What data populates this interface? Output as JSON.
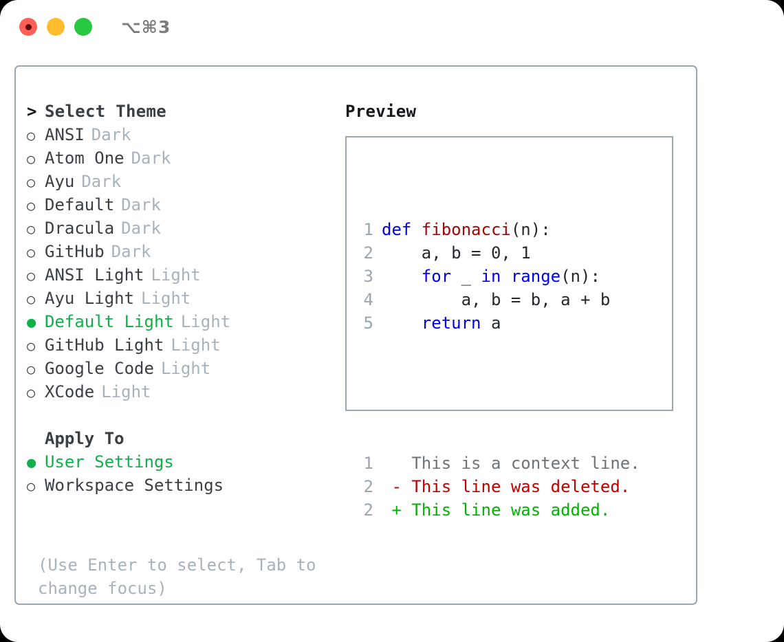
{
  "window": {
    "shortcut": "⌥⌘3",
    "traffic_lights": [
      {
        "name": "close",
        "color": "#ff5f57"
      },
      {
        "name": "minimize",
        "color": "#ffbd2e"
      },
      {
        "name": "maximize",
        "color": "#28c840"
      }
    ]
  },
  "theme_list": {
    "header": {
      "marker": ">",
      "label": "Select Theme"
    },
    "items": [
      {
        "marker": "○",
        "label": "ANSI",
        "badge": "Dark",
        "selected": false
      },
      {
        "marker": "○",
        "label": "Atom One",
        "badge": "Dark",
        "selected": false
      },
      {
        "marker": "○",
        "label": "Ayu",
        "badge": "Dark",
        "selected": false
      },
      {
        "marker": "○",
        "label": "Default",
        "badge": "Dark",
        "selected": false
      },
      {
        "marker": "○",
        "label": "Dracula",
        "badge": "Dark",
        "selected": false
      },
      {
        "marker": "○",
        "label": "GitHub",
        "badge": "Dark",
        "selected": false
      },
      {
        "marker": "○",
        "label": "ANSI Light",
        "badge": "Light",
        "selected": false
      },
      {
        "marker": "○",
        "label": "Ayu Light",
        "badge": "Light",
        "selected": false
      },
      {
        "marker": "●",
        "label": "Default Light",
        "badge": "Light",
        "selected": true
      },
      {
        "marker": "○",
        "label": "GitHub Light",
        "badge": "Light",
        "selected": false
      },
      {
        "marker": "○",
        "label": "Google Code",
        "badge": "Light",
        "selected": false
      },
      {
        "marker": "○",
        "label": "XCode",
        "badge": "Light",
        "selected": false
      }
    ]
  },
  "apply_to": {
    "header": "Apply To",
    "items": [
      {
        "marker": "●",
        "label": "User Settings",
        "selected": true
      },
      {
        "marker": "○",
        "label": "Workspace Settings",
        "selected": false
      }
    ]
  },
  "hint": "(Use Enter to select, Tab to change focus)",
  "preview": {
    "title": "Preview",
    "code_lines": [
      {
        "num": "1",
        "tokens": [
          {
            "text": "def ",
            "style": "kw"
          },
          {
            "text": "fibonacci",
            "style": "fn"
          },
          {
            "text": "(n):",
            "style": "plain"
          }
        ]
      },
      {
        "num": "2",
        "tokens": [
          {
            "text": "    a, b = 0, 1",
            "style": "plain"
          }
        ]
      },
      {
        "num": "3",
        "tokens": [
          {
            "text": "    for ",
            "style": "kw"
          },
          {
            "text": "_ ",
            "style": "plain"
          },
          {
            "text": "in range",
            "style": "kw"
          },
          {
            "text": "(n):",
            "style": "plain"
          }
        ]
      },
      {
        "num": "4",
        "tokens": [
          {
            "text": "        a, b = b, a + b",
            "style": "plain"
          }
        ]
      },
      {
        "num": "5",
        "tokens": [
          {
            "text": "    return ",
            "style": "kw"
          },
          {
            "text": "a",
            "style": "plain"
          }
        ]
      }
    ],
    "diff_lines": [
      {
        "num": "1",
        "text": "   This is a context line.",
        "style": "ctx"
      },
      {
        "num": "2",
        "text": " - This line was deleted.",
        "style": "del"
      },
      {
        "num": "2",
        "text": " + This line was added.",
        "style": "add"
      }
    ]
  },
  "colors": {
    "accent_green": "#0fb04a",
    "border": "#9aa5b1",
    "muted": "#a8b2bd",
    "keyword": "#0000ee",
    "function": "#a00806",
    "diff_add": "#00b300",
    "diff_del": "#c00000"
  }
}
